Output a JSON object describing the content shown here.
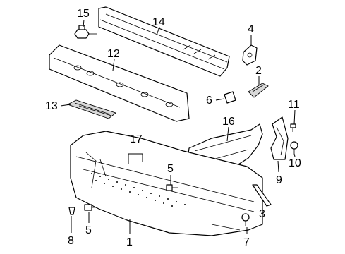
{
  "callouts": {
    "c1": "1",
    "c2": "2",
    "c3": "3",
    "c4": "4",
    "c5a": "5",
    "c5b": "5",
    "c6": "6",
    "c7": "7",
    "c8": "8",
    "c9": "9",
    "c10": "10",
    "c11": "11",
    "c12": "12",
    "c13": "13",
    "c14": "14",
    "c15": "15",
    "c16": "16",
    "c17": "17"
  }
}
